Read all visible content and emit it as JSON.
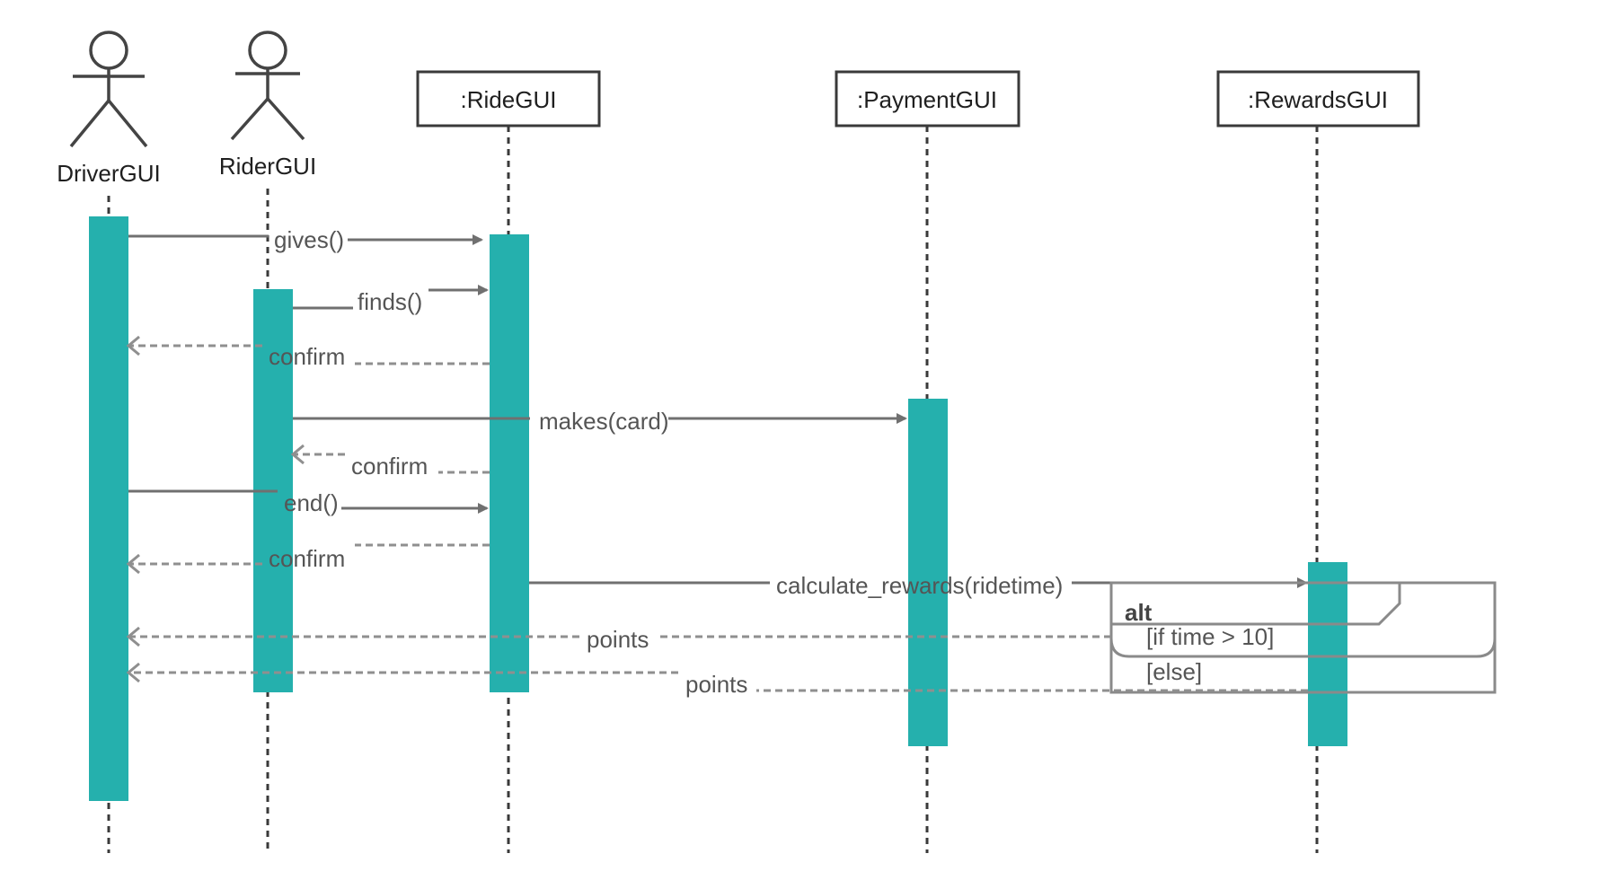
{
  "participants": [
    {
      "id": "driver",
      "kind": "actor",
      "label": "DriverGUI"
    },
    {
      "id": "rider",
      "kind": "actor",
      "label": "RiderGUI"
    },
    {
      "id": "ride",
      "kind": "object",
      "label": ":RideGUI"
    },
    {
      "id": "payment",
      "kind": "object",
      "label": ":PaymentGUI"
    },
    {
      "id": "rewards",
      "kind": "object",
      "label": ":RewardsGUI"
    }
  ],
  "messages": [
    {
      "label": "gives()",
      "type": "sync",
      "from": "driver",
      "to": "ride"
    },
    {
      "label": "finds()",
      "type": "sync",
      "from": "rider",
      "to": "ride"
    },
    {
      "label": "confirm",
      "type": "reply",
      "from": "ride",
      "to": "driver"
    },
    {
      "label": "makes(card)",
      "type": "sync",
      "from": "rider",
      "to": "payment"
    },
    {
      "label": "confirm",
      "type": "reply",
      "from": "ride",
      "to": "rider"
    },
    {
      "label": "end()",
      "type": "sync",
      "from": "driver",
      "to": "ride"
    },
    {
      "label": "confirm",
      "type": "reply",
      "from": "ride",
      "to": "driver"
    },
    {
      "label": "calculate_rewards(ridetime)",
      "type": "sync",
      "from": "ride",
      "to": "rewards"
    },
    {
      "label": "points",
      "type": "reply",
      "from": "rewards",
      "to": "driver"
    },
    {
      "label": "points",
      "type": "reply",
      "from": "rewards",
      "to": "driver"
    }
  ],
  "alt_fragment": {
    "keyword": "alt",
    "guards": [
      "[if time > 10]",
      "[else]"
    ]
  },
  "colors": {
    "activation": "#25b0ad",
    "line": "#6b6b6b",
    "reply": "#8f8f8f",
    "box_border": "#3a3a3a"
  }
}
